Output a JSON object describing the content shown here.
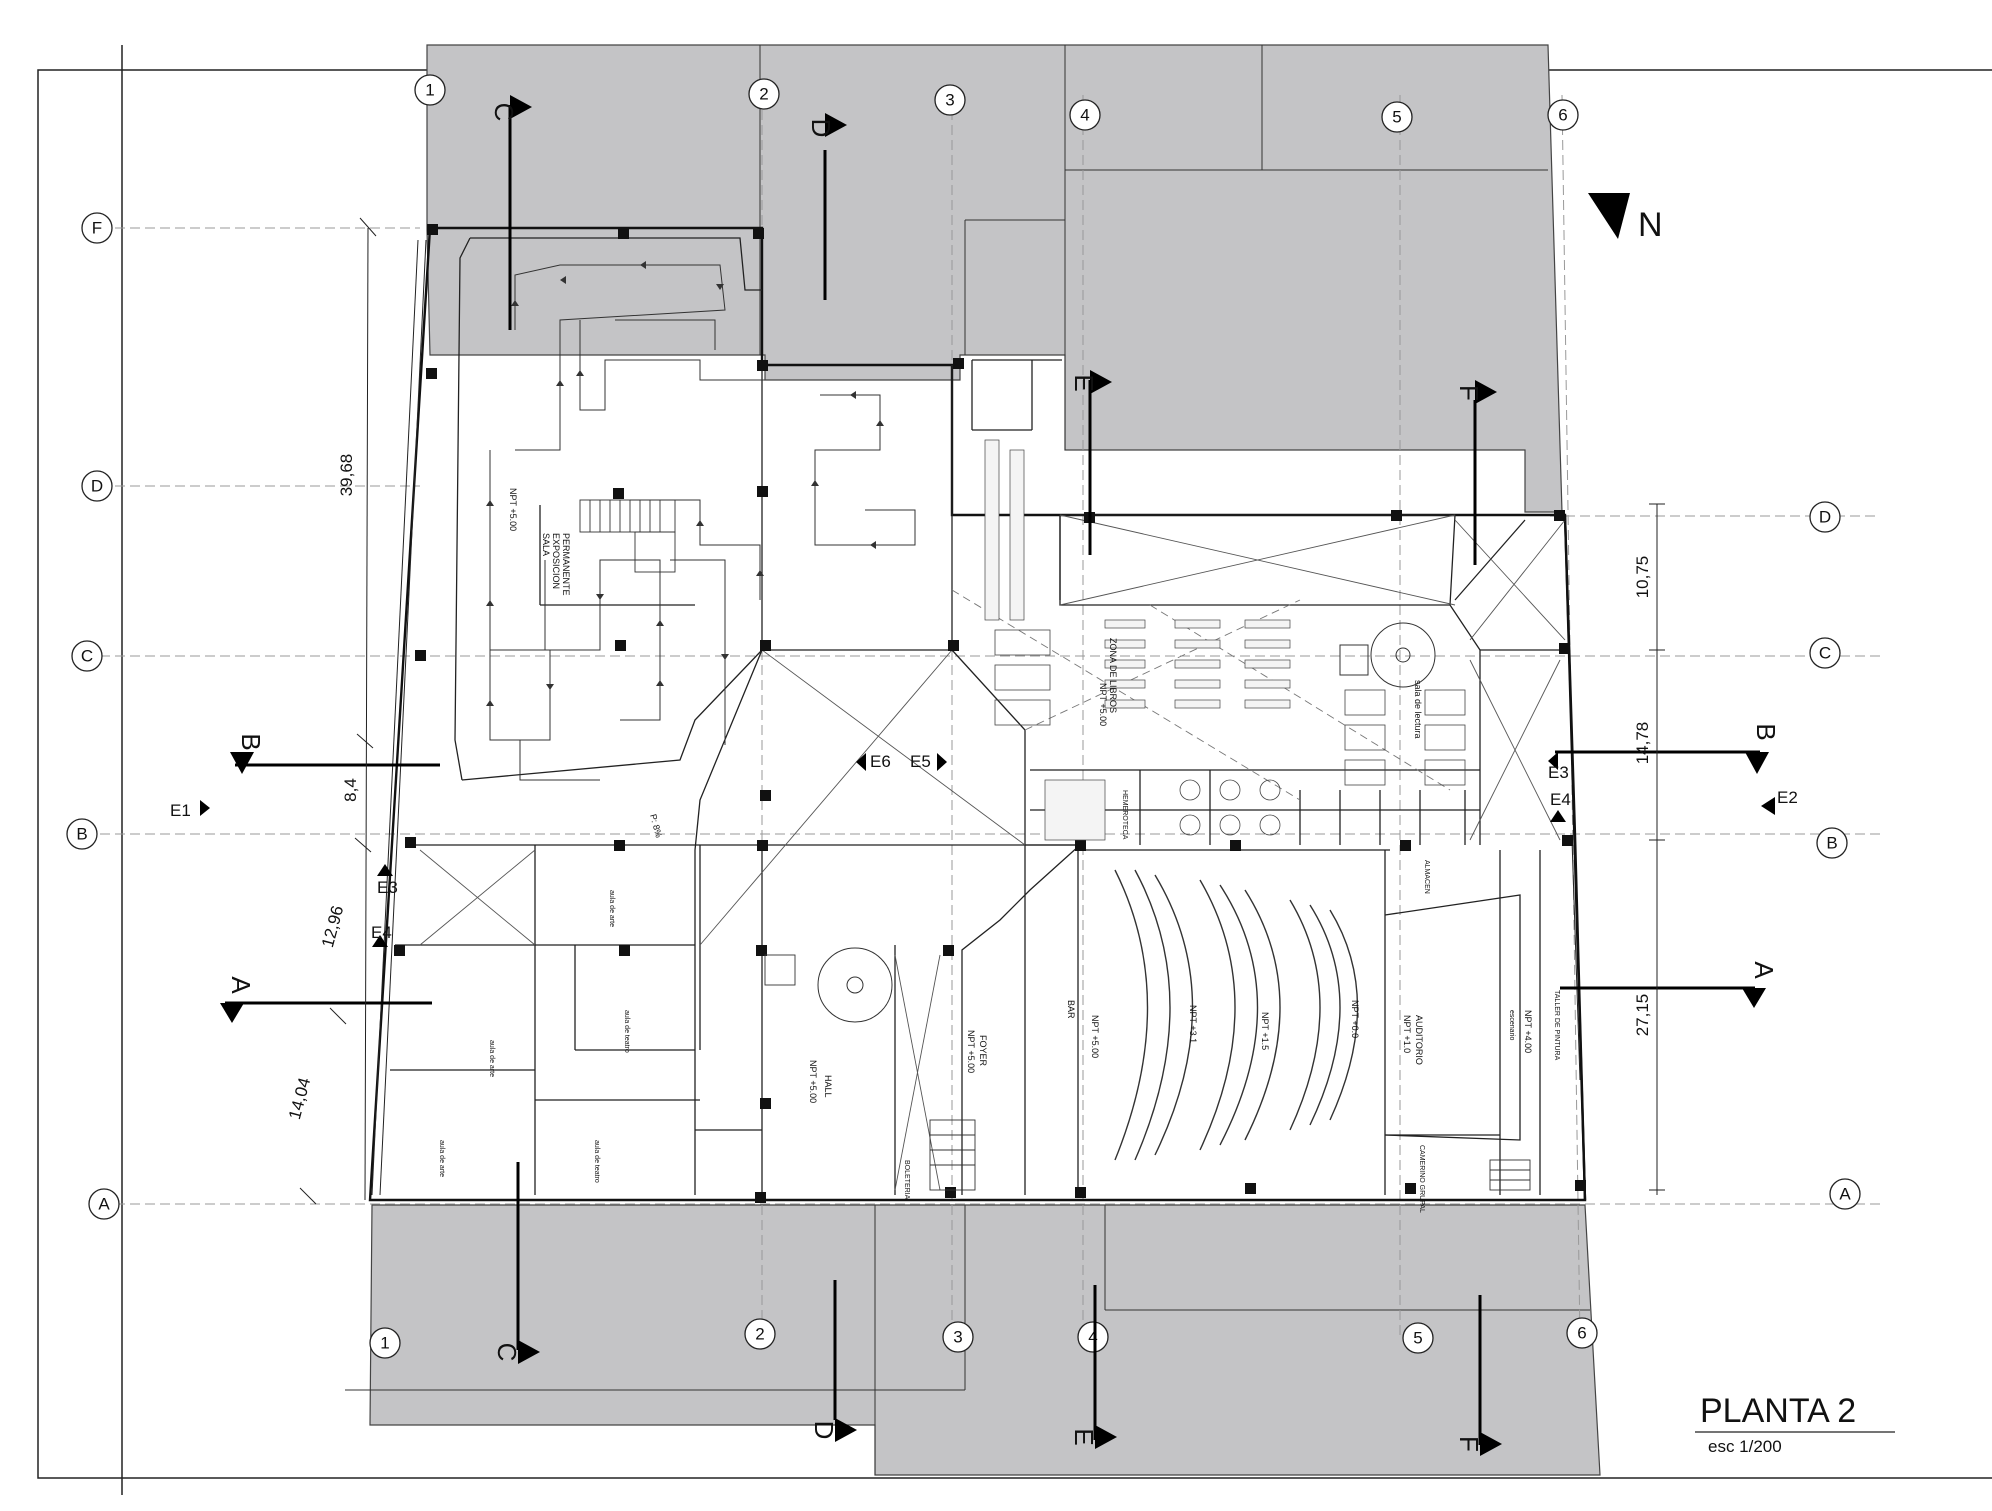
{
  "title": "PLANTA 2",
  "scale": "esc 1/200",
  "north": "N",
  "grid": {
    "columns": [
      "1",
      "2",
      "3",
      "4",
      "5",
      "6"
    ],
    "rows": [
      "F",
      "D",
      "C",
      "B",
      "A"
    ]
  },
  "dimensions": {
    "left": [
      "39,68",
      "8,4",
      "12,96",
      "14,04"
    ],
    "right": [
      "10,75",
      "14,78",
      "27,15"
    ]
  },
  "cuts": [
    "A",
    "B",
    "C",
    "D",
    "E",
    "F"
  ],
  "elevations": [
    "E1",
    "E2",
    "E3",
    "E4",
    "E5",
    "E6"
  ],
  "rooms": {
    "sala_1": "SALA",
    "sala_2": "EXPOSICION",
    "sala_3": "PERMANENTE",
    "sala_npt": "NPT +5.00",
    "libros_1": "ZONA DE LIBROS",
    "libros_npt": "NPT +5.00",
    "lectura": "sala de lectura",
    "hall": "HALL",
    "hall_npt": "NPT +5.00",
    "foyer": "FOYER",
    "foyer_npt": "NPT +5.00",
    "bar": "BAR",
    "aud_npt_a": "NPT +5.00",
    "aud_npt_b": "NPT +3.1",
    "aud_npt_c": "NPT +1.5",
    "aud_npt_d": "NPT +0.0",
    "auditorio": "AUDITORIO",
    "auditorio_npt": "NPT +1.0",
    "escenario": "NPT +4.00",
    "escenario_sub": "escenario",
    "aula_arte_1": "aula de arte",
    "aula_arte_2": "aula de arte",
    "aula_arte_3": "aula de arte",
    "aula_teatro_1": "aula de teatro",
    "aula_teatro_2": "aula de teatro",
    "boleteria": "BOLETERIA",
    "rampa": "P: 8%",
    "hemeroteca": "HEMEROTECA",
    "almacen": "ALMACEN",
    "camerino": "CAMERINO GRUPAL",
    "taller": "TALLER DE PINTURA"
  }
}
